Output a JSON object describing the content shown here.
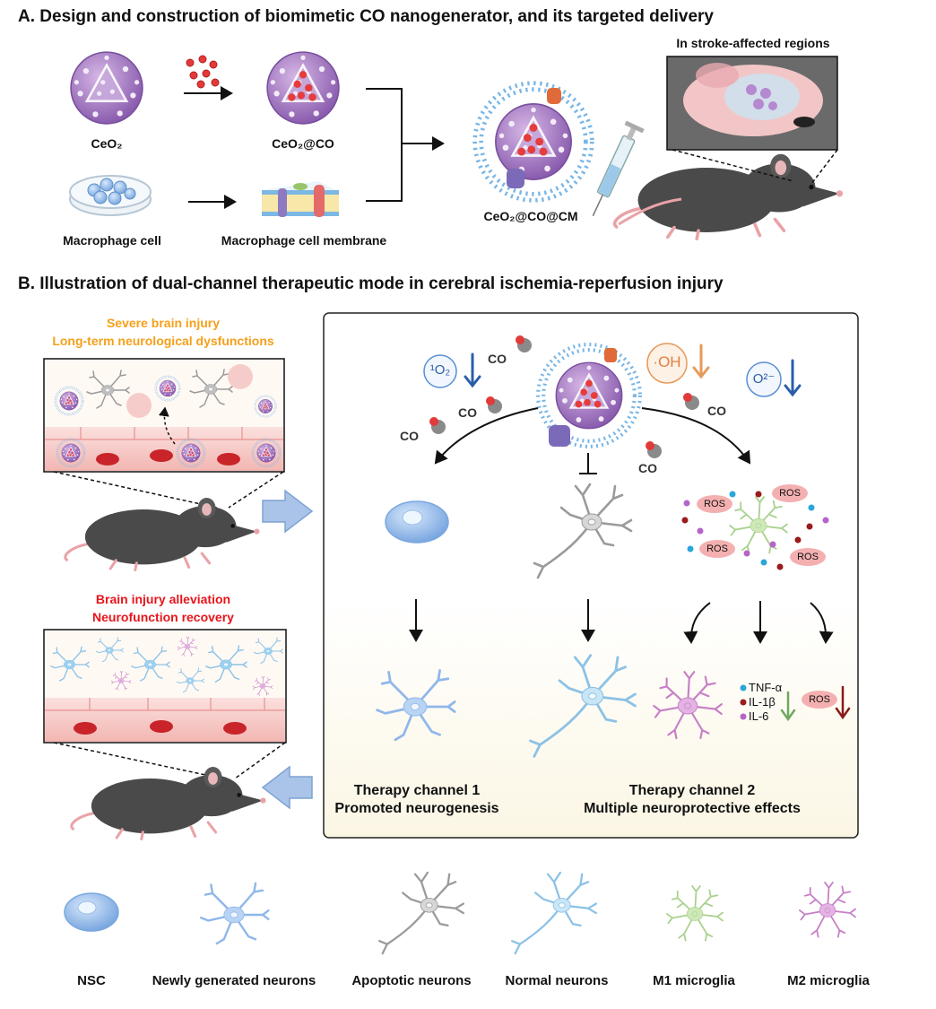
{
  "section_a": {
    "title": "A.  Design and construction of biomimetic CO nanogenerator, and its targeted delivery",
    "labels": {
      "ceo2": "CeO₂",
      "ceo2_co": "CeO₂@CO",
      "ceo2_co_cm": "CeO₂@CO@CM",
      "macrophage_cell": "Macrophage  cell",
      "macrophage_membrane": "Macrophage  cell membrane",
      "stroke_regions": "In stroke-affected regions"
    }
  },
  "section_b": {
    "title": "B.  Illustration of dual-channel therapeutic mode in cerebral  ischemia-reperfusion injury",
    "severe": [
      "Severe brain injury",
      "Long-term neurological dysfunctions"
    ],
    "alleviation": [
      "Brain injury alleviation",
      "Neurofunction recovery"
    ],
    "species": {
      "singlet_o2": "¹O₂",
      "hydroxyl": "·OH",
      "superoxide": "O²⁻"
    },
    "co_label": "CO",
    "ros_label": "ROS",
    "cytokines": [
      "TNF-α",
      "IL-1β",
      "IL-6"
    ],
    "channel1": [
      "Therapy channel 1",
      "Promoted neurogenesis"
    ],
    "channel2": [
      "Therapy channel 2",
      "Multiple neuroprotective effects"
    ]
  },
  "legend": {
    "nsc": "NSC",
    "newly_generated": "Newly generated neurons",
    "apoptotic": "Apoptotic neurons",
    "normal": "Normal neurons",
    "m1": "M1 microglia",
    "m2": "M2 microglia"
  },
  "colors": {
    "orange_heading": "#f5a01a",
    "red_heading": "#e8141b",
    "particle_purple": "#a070bf",
    "nsc_blue": "#8fb7ea",
    "neuron_blue": "#8cc2e6",
    "apoptotic_gray": "#9a9a9a",
    "m1_green": "#a9d18e",
    "m2_pink": "#c77fc7",
    "ros_pink": "#f4b0b0",
    "arrow_blue": "#2a5ea8",
    "arrow_orange": "#e69a5a",
    "arrow_green": "#70a860",
    "arrow_darkred": "#8a1a1a",
    "mouse_gray": "#4a4a4a"
  }
}
